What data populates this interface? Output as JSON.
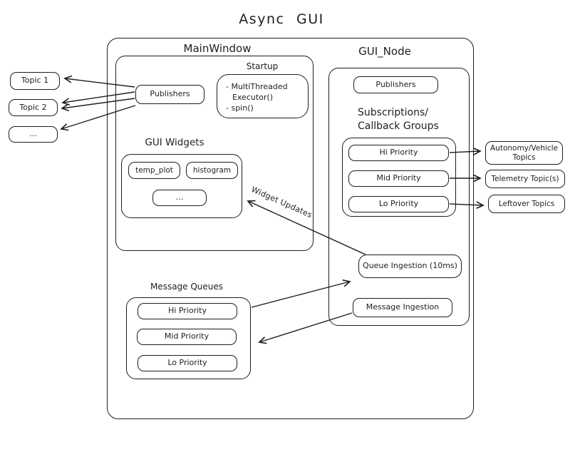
{
  "title": "Async GUI",
  "colors": {
    "stroke": "#1e1e1e",
    "background": "#ffffff"
  },
  "left_topics": {
    "items": [
      "Topic 1",
      "Topic 2",
      "..."
    ]
  },
  "main_window": {
    "label": "MainWindow",
    "publishers_label": "Publishers",
    "startup": {
      "label": "Startup",
      "line1": "- MultiThreaded",
      "line2": "Executor()",
      "line3": "- spin()"
    },
    "gui_widgets": {
      "label": "GUI Widgets",
      "items": [
        "temp_plot",
        "histogram",
        "..."
      ]
    }
  },
  "gui_node": {
    "label": "GUI_Node",
    "publishers_label": "Publishers",
    "subscriptions": {
      "title_line1": "Subscriptions/",
      "title_line2": "Callback Groups",
      "groups": [
        "Hi Priority",
        "Mid Priority",
        "Lo Priority"
      ]
    },
    "queue_ingestion_label": "Queue Ingestion (10ms)",
    "message_ingestion_label": "Message Ingestion"
  },
  "right_topics": {
    "items": [
      "Autonomy/Vehicle Topics",
      "Telemetry Topic(s)",
      "Leftover Topics"
    ]
  },
  "message_queues": {
    "label": "Message Queues",
    "items": [
      "Hi Priority",
      "Mid Priority",
      "Lo Priority"
    ]
  },
  "edges": {
    "widget_updates_label": "Widget Updates"
  }
}
